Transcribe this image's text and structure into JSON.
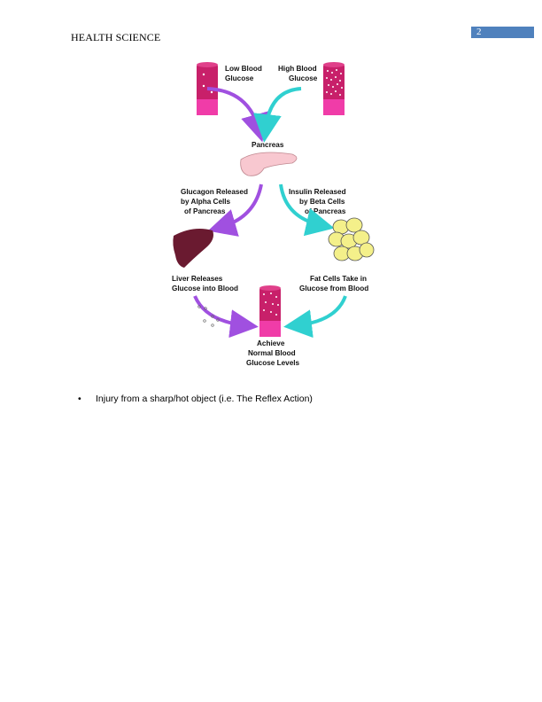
{
  "header": {
    "title": "HEALTH SCIENCE",
    "page_number": "2"
  },
  "figure": {
    "labels": {
      "low_blood_glucose": [
        "Low Blood",
        "Glucose"
      ],
      "high_blood_glucose": [
        "High Blood",
        "Glucose"
      ],
      "pancreas": "Pancreas",
      "glucagon": [
        "Glucagon Released",
        "by Alpha Cells",
        "of Pancreas"
      ],
      "insulin": [
        "Insulin Released",
        "by Beta Cells",
        "of Pancreas"
      ],
      "liver": [
        "Liver Releases",
        "Glucose into Blood"
      ],
      "fat": [
        "Fat Cells Take in",
        "Glucose from Blood"
      ],
      "normal": [
        "Achieve",
        "Normal Blood",
        "Glucose Levels"
      ]
    },
    "colors": {
      "glucagon_arrow": "#a050e0",
      "insulin_arrow": "#30d0d0",
      "tube": "#d0207a",
      "tube_base": "#f03ca8",
      "liver": "#6a1a30",
      "fat": "#f4f08a",
      "pancreas": "#f8c8d0"
    }
  },
  "body": {
    "bullets": [
      "Injury from a sharp/hot object (i.e. The Reflex Action)"
    ],
    "bullet_glyph": "•"
  }
}
